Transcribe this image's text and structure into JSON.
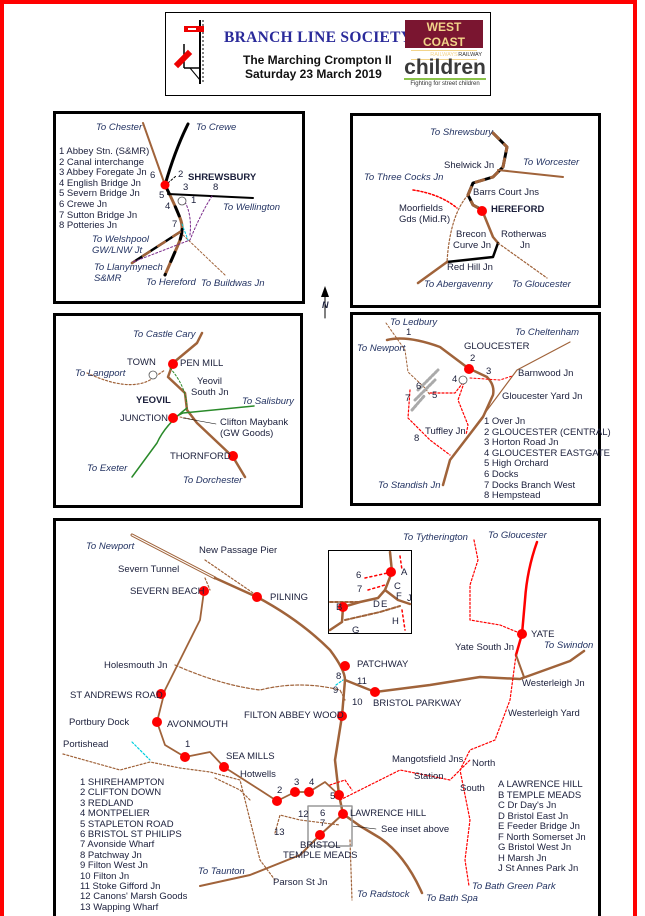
{
  "header": {
    "society": "BRANCH LINE SOCIETY",
    "tour": "The Marching Crompton II",
    "date": "Saturday 23 March 2019",
    "sponsor1": "WEST COAST",
    "sponsor1_sub": "RAILWAYS",
    "sponsor2": "children",
    "sponsor2_top": "RAILWAY",
    "sponsor2_tag": "Fighting for street children"
  },
  "north": "N",
  "colors": {
    "line": "#a0633a",
    "station": "#ff0000",
    "freight": "#000000",
    "green": "#2a8a2a",
    "purple": "#7a2a8a",
    "cyan": "#00d0e0",
    "border": "#ff0000"
  },
  "shrewsbury": {
    "labels": [
      "To Chester",
      "To Crewe",
      "SHREWSBURY",
      "6",
      "2",
      "3",
      "8",
      "5",
      "1",
      "4",
      "7",
      "To Wellington",
      "To Welshpool",
      "GW/LNW Jt",
      "To Llanymynech",
      "S&MR",
      "To Hereford",
      "To Buildwas Jn"
    ],
    "legend": [
      "1  Abbey Stn. (S&MR)",
      "2  Canal interchange",
      "3  Abbey Foregate Jn",
      "4  English Bridge Jn",
      "5  Severn Bridge Jn",
      "6  Crewe Jn",
      "7  Sutton Bridge Jn",
      "8  Potteries Jn"
    ]
  },
  "hereford": {
    "labels": [
      "To Shrewsbury",
      "Shelwick Jn",
      "To Worcester",
      "To Three Cocks Jn",
      "Barrs Court Jns",
      "Moorfields",
      "Gds (Mid.R)",
      "HEREFORD",
      "Brecon",
      "Curve Jn",
      "Rotherwas",
      "Jn",
      "Red Hill Jn",
      "To Abergavenny",
      "To Gloucester"
    ]
  },
  "yeovil": {
    "labels": [
      "To Castle Cary",
      "TOWN",
      "PEN MILL",
      "To Langport",
      "Yeovil",
      "South Jn",
      "YEOVIL",
      "To Salisbury",
      "JUNCTION",
      "Clifton Maybank",
      "(GW Goods)",
      "THORNFORD",
      "To Exeter",
      "To Dorchester"
    ]
  },
  "gloucester": {
    "labels": [
      "To Ledbury",
      "1",
      "To Newport",
      "GLOUCESTER",
      "To Cheltenham",
      "2",
      "3",
      "4",
      "Barnwood Jn",
      "6",
      "5",
      "7",
      "Gloucester Yard Jn",
      "Tuffley Jn",
      "8",
      "To Standish Jn"
    ],
    "legend": [
      "1  Over Jn",
      "2  GLOUCESTER (CENTRAL)",
      "3  Horton Road Jn",
      "4  GLOUCESTER EASTGATE",
      "5  High Orchard",
      "6  Docks",
      "7  Docks Branch West",
      "8  Hempstead"
    ]
  },
  "bristol": {
    "labels": [
      "To Newport",
      "Severn Tunnel",
      "New Passage Pier",
      "SEVERN BEACH",
      "PILNING",
      "Holesmouth Jn",
      "ST ANDREWS ROAD",
      "Portbury Dock",
      "AVONMOUTH",
      "PATCHWAY",
      "8",
      "9",
      "FILTON ABBEY WOOD",
      "To Tytherington",
      "To Gloucester",
      "YATE",
      "Yate South Jn",
      "To Swindon",
      "Westerleigh Jn",
      "Westerleigh Yard",
      "11",
      "10",
      "BRISTOL PARKWAY",
      "Portishead",
      "1",
      "SEA MILLS",
      "Hotwells",
      "2",
      "3",
      "4",
      "5",
      "12",
      "6",
      "7",
      "13",
      "BRISTOL",
      "TEMPLE MEADS",
      "To Taunton",
      "Parson St Jn",
      "Mangotsfield Jns",
      "North",
      "Station",
      "South",
      "LAWRENCE HILL",
      "See inset above",
      "To Radstock",
      "To Bath Spa",
      "To Bath Green Park"
    ],
    "inset_labels": [
      "6",
      "A",
      "7",
      "C",
      "F",
      "J",
      "D",
      "E",
      "B",
      "H",
      "G"
    ],
    "legend_numbers": [
      "1  SHIREHAMPTON",
      "2  CLIFTON DOWN",
      "3  REDLAND",
      "4  MONTPELIER",
      "5  STAPLETON ROAD",
      "6  BRISTOL ST PHILIPS",
      "7  Avonside Wharf",
      "8  Patchway Jn",
      "9  Filton West Jn",
      "10  Filton Jn",
      "11  Stoke Gifford Jn",
      "12  Canons' Marsh Goods",
      "13  Wapping Wharf"
    ],
    "legend_letters": [
      "A  LAWRENCE HILL",
      "B  TEMPLE MEADS",
      "C  Dr Day's Jn",
      "D  Bristol East Jn",
      "E  Feeder Bridge Jn",
      "F  North Somerset Jn",
      "G  Bristol West Jn",
      "H  Marsh Jn",
      "J  St Annes Park Jn"
    ]
  }
}
